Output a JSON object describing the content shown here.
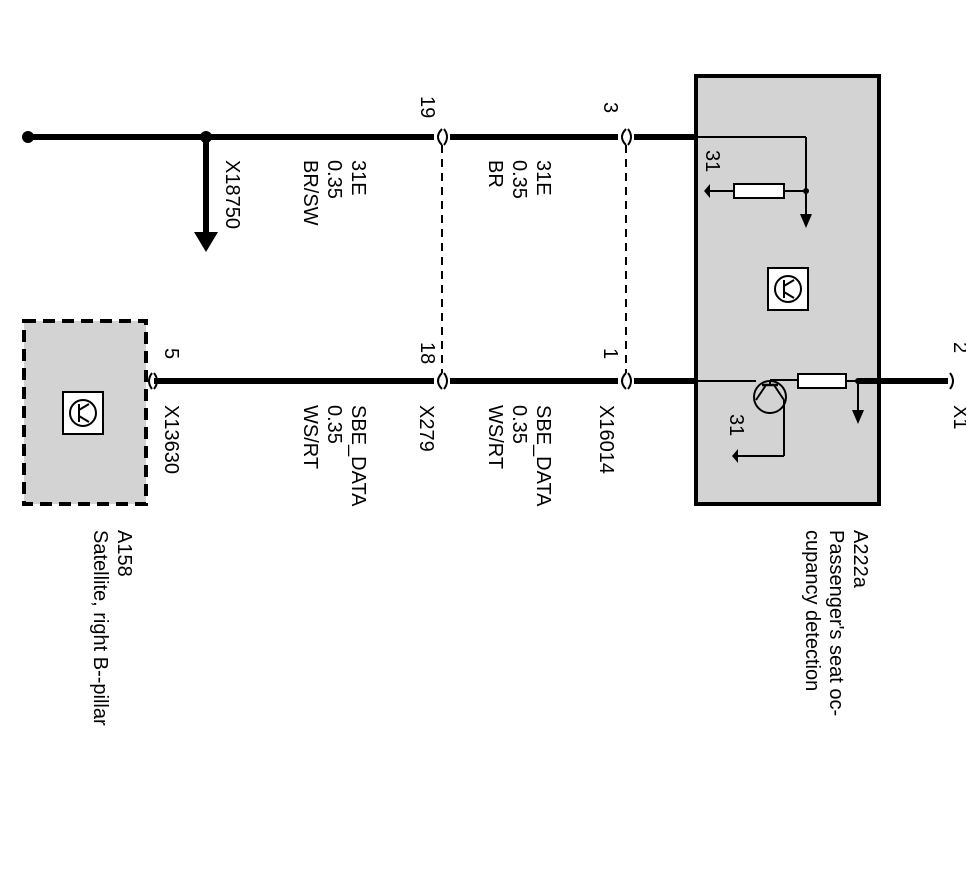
{
  "colors": {
    "line": "#000000",
    "component_fill": "#d3d3d3",
    "background": "#ffffff"
  },
  "icons": [
    "transistor-icon",
    "resistor-icon",
    "ground-icon",
    "connector-icon",
    "arrow-down-icon"
  ],
  "components": {
    "a222a": {
      "id": "A222a",
      "desc_line1": "Passenger's seat oc-",
      "desc_line2": "cupancy detection",
      "ground_pin_top": "31",
      "ground_pin_bottom": "31"
    },
    "a158": {
      "id": "A158",
      "desc": "Satellite, right B--pillar"
    }
  },
  "pins": {
    "x16014_top": "3",
    "x16014_bottom": "1",
    "x279_top": "19",
    "x279_bottom": "18",
    "x13630": "5",
    "right_edge": "2"
  },
  "connectors": {
    "x18750": "X18750",
    "x16014": "X16014",
    "x279": "X279",
    "x13630": "X13630",
    "right_edge_partial": "X1"
  },
  "wires": {
    "top_left": {
      "signal": "31E",
      "size": "0.35",
      "color": "BR/SW"
    },
    "top_mid": {
      "signal": "31E",
      "size": "0.35",
      "color": "BR"
    },
    "bottom_left": {
      "signal": "SBE_DATA",
      "size": "0.35",
      "color": "WS/RT"
    },
    "bottom_mid": {
      "signal": "SBE_DATA",
      "size": "0.35",
      "color": "WS/RT"
    }
  }
}
